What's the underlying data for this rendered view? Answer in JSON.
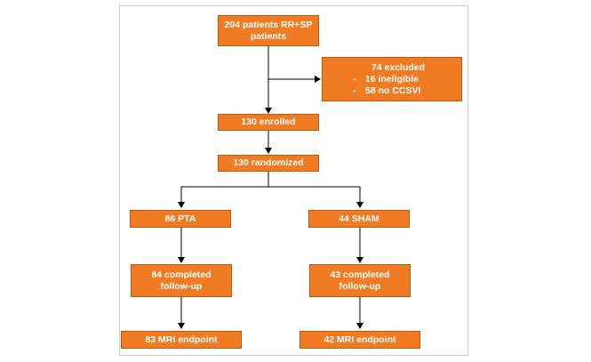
{
  "boxes": {
    "patients": [
      "204 patients RR+SP",
      "patients"
    ],
    "excluded": {
      "title": "74 excluded",
      "items": [
        {
          "dash": "-",
          "text": "16 ineligible"
        },
        {
          "dash": "-",
          "text": "58 no CCSVI"
        }
      ]
    },
    "enrolled": "130 enrolled",
    "randomized": "130 randomized",
    "pta": "86 PTA",
    "sham": "44 SHAM",
    "pta_completed": [
      "84 completed",
      "follow-up"
    ],
    "sham_completed": [
      "43 completed",
      "follow-up"
    ],
    "pta_mri": "83 MRI endpoint",
    "sham_mri": "42 MRI endpoint"
  },
  "colors": {
    "box_fill": "#f07b22",
    "box_border": "#b85a12",
    "box_text": "#ffffff",
    "connector": "#000000",
    "frame_border": "#cfcfcf"
  }
}
